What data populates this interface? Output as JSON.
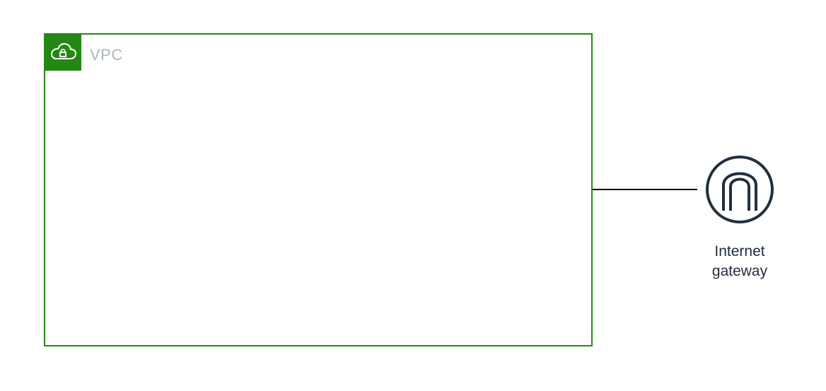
{
  "vpc": {
    "label": "VPC",
    "icon": "vpc-cloud-lock-icon",
    "border_color": "#248814"
  },
  "gateway": {
    "icon": "internet-gateway-icon",
    "label_line1": "Internet",
    "label_line2": "gateway",
    "color": "#232f3e"
  }
}
